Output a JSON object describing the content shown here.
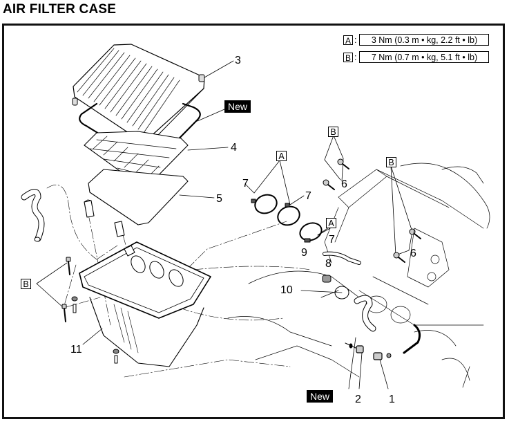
{
  "page": {
    "title": "AIR FILTER CASE"
  },
  "torque_specs": [
    {
      "key": "A",
      "value": "3 Nm (0.3 m • kg, 2.2 ft • lb)"
    },
    {
      "key": "B",
      "value": "7 Nm (0.7 m • kg, 5.1 ft • lb)"
    }
  ],
  "callouts": {
    "part_1": "1",
    "part_2": "2",
    "part_3": "3",
    "part_4": "4",
    "part_5": "5",
    "part_6a": "6",
    "part_6b": "6",
    "part_7a": "7",
    "part_7b": "7",
    "part_7c": "7",
    "part_8": "8",
    "part_9": "9",
    "part_10": "10",
    "part_11": "11"
  },
  "torque_keys": {
    "clamps_top": "A",
    "clamp_lower": "A",
    "bolts_upper": "B",
    "bolts_right": "B",
    "bolts_case": "B"
  },
  "badges": {
    "gasket_new": "New",
    "oring_new": "New"
  }
}
